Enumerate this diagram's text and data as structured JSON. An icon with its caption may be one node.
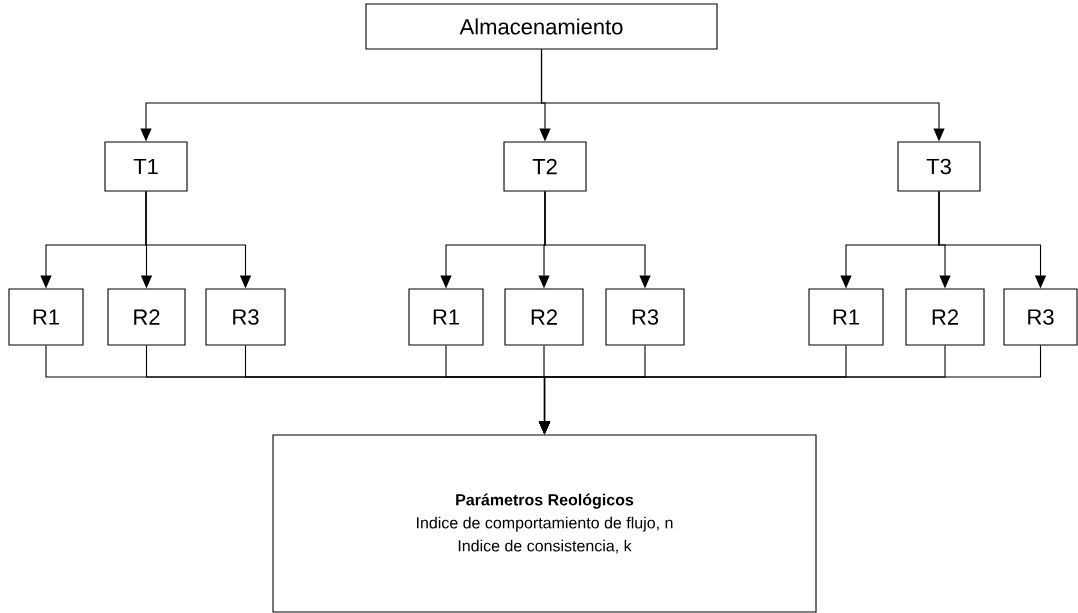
{
  "diagram": {
    "nodes": [
      {
        "text": [
          "Almacenamiento"
        ]
      },
      {
        "text": [
          "T1"
        ]
      },
      {
        "text": [
          "T2"
        ]
      },
      {
        "text": [
          "T3"
        ]
      },
      {
        "text": [
          "R1"
        ]
      },
      {
        "text": [
          "R2"
        ]
      },
      {
        "text": [
          "R3"
        ]
      },
      {
        "text": [
          "R1"
        ]
      },
      {
        "text": [
          "R2"
        ]
      },
      {
        "text": [
          "R3"
        ]
      },
      {
        "text": [
          "R1"
        ]
      },
      {
        "text": [
          "R2"
        ]
      },
      {
        "text": [
          "R3"
        ]
      },
      {
        "text": [
          "Parámetros Reológicos",
          "Indice de comportamiento de flujo, n",
          "Indice de consistencia, k"
        ]
      }
    ],
    "edges": [
      {
        "from": 0,
        "to": 1,
        "arrow": "to"
      },
      {
        "from": 0,
        "to": 2,
        "arrow": "to"
      },
      {
        "from": 0,
        "to": 3,
        "arrow": "to"
      },
      {
        "from": 1,
        "to": 4,
        "arrow": "to"
      },
      {
        "from": 1,
        "to": 5,
        "arrow": "to"
      },
      {
        "from": 1,
        "to": 6,
        "arrow": "to"
      },
      {
        "from": 2,
        "to": 7,
        "arrow": "to"
      },
      {
        "from": 2,
        "to": 8,
        "arrow": "to"
      },
      {
        "from": 2,
        "to": 9,
        "arrow": "to"
      },
      {
        "from": 3,
        "to": 10,
        "arrow": "to"
      },
      {
        "from": 3,
        "to": 11,
        "arrow": "to"
      },
      {
        "from": 3,
        "to": 12,
        "arrow": "to"
      },
      {
        "from": 4,
        "to": 13,
        "arrow": "to"
      },
      {
        "from": 5,
        "to": 13,
        "arrow": "to"
      },
      {
        "from": 6,
        "to": 13,
        "arrow": "to"
      },
      {
        "from": 7,
        "to": 13,
        "arrow": "to"
      },
      {
        "from": 8,
        "to": 13,
        "arrow": "to"
      },
      {
        "from": 9,
        "to": 13,
        "arrow": "to"
      },
      {
        "from": 10,
        "to": 13,
        "arrow": "to"
      },
      {
        "from": 11,
        "to": 13,
        "arrow": "to"
      },
      {
        "from": 12,
        "to": 13,
        "arrow": "to"
      }
    ]
  }
}
